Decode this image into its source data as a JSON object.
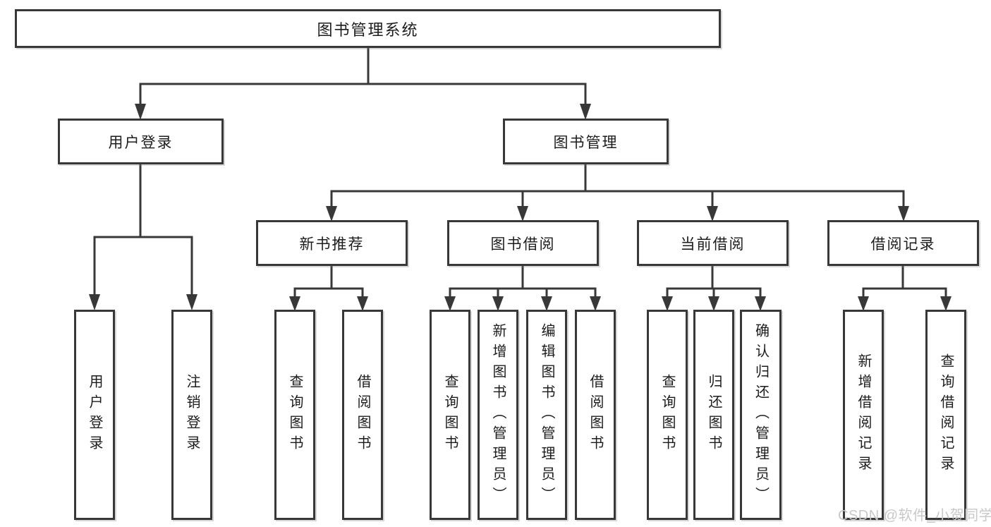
{
  "diagram": {
    "root": {
      "label": "图书管理系统",
      "children": [
        {
          "label": "用户登录",
          "children": [
            {
              "label": "用户登录"
            },
            {
              "label": "注销登录"
            }
          ]
        },
        {
          "label": "图书管理",
          "children": [
            {
              "label": "新书推荐",
              "children": [
                {
                  "label": "查询图书"
                },
                {
                  "label": "借阅图书"
                }
              ]
            },
            {
              "label": "图书借阅",
              "children": [
                {
                  "label": "查询图书"
                },
                {
                  "label": "新增图书（管理员）"
                },
                {
                  "label": "编辑图书（管理员）"
                },
                {
                  "label": "借阅图书"
                }
              ]
            },
            {
              "label": "当前借阅",
              "children": [
                {
                  "label": "查询图书"
                },
                {
                  "label": "归还图书"
                },
                {
                  "label": "确认归还（管理员）"
                }
              ]
            },
            {
              "label": "借阅记录",
              "children": [
                {
                  "label": "新增借阅记录"
                },
                {
                  "label": "查询借阅记录"
                }
              ]
            }
          ]
        }
      ]
    }
  },
  "watermark": {
    "text": "CSDN @软件_小贺同学",
    "color": "#c8c8c8"
  },
  "colors": {
    "line": "#383838",
    "box_border": "#383838",
    "text": "#1c1c1c",
    "background": "#ffffff"
  }
}
